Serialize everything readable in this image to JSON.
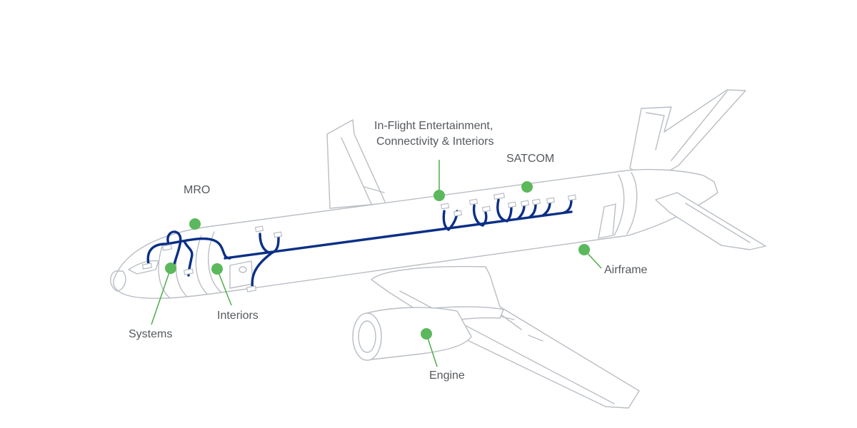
{
  "labels": {
    "ife_line1": "In-Flight Entertainment,",
    "ife_line2": "Connectivity & Interiors",
    "satcom": "SATCOM",
    "mro": "MRO",
    "interiors": "Interiors",
    "systems": "Systems",
    "airframe": "Airframe",
    "engine": "Engine"
  },
  "colors": {
    "outline": "#b9bec4",
    "wiring": "#0b2f86",
    "marker": "#5cb85c",
    "label_text": "#55595e"
  }
}
